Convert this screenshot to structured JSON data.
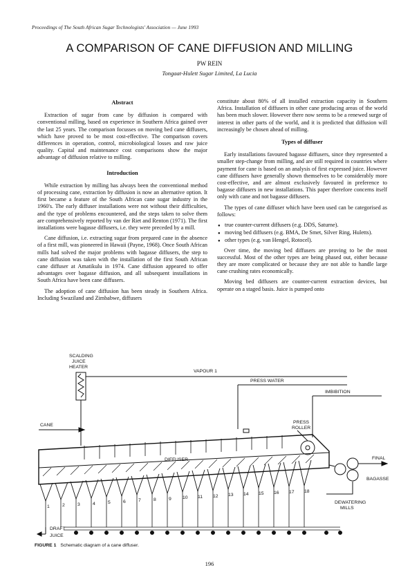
{
  "header": {
    "running_head": "Proceedings of The South African Sugar Technologists' Association — June 1993"
  },
  "title": "A COMPARISON OF CANE DIFFUSION AND MILLING",
  "author": "PW REIN",
  "affiliation": "Tongaat-Hulett Sugar Limited, La Lucia",
  "left_column": {
    "abstract_heading": "Abstract",
    "abstract": "Extraction of sugar from cane by diffusion is compared with conventional milling, based on experience in Southern Africa gained over the last 25 years. The comparison focusses on moving bed cane diffusers, which have proved to be most cost-effective. The comparison covers differences in operation, control, microbiological losses and raw juice quality. Capital and maintenance cost comparisons show the major advantage of diffusion relative to milling.",
    "intro_heading": "Introduction",
    "p1": "While extraction by milling has always been the conventional method of processing cane, extraction by diffusion is now an alternative option. It first became a feature of the South African cane sugar industry in the 1960's. The early diffuser installations were not without their difficulties, and the type of problems encountered, and the steps taken to solve them are comprehensively reported by van der Riet and Renton (1971). The first installations were bagasse diffusers, i.e. they were preceded by a mill.",
    "p2": "Cane diffusion, i.e. extracting sugar from prepared cane in the absence of a first mill, was pioneered in Hawaii (Payne, 1968). Once South African mills had solved the major problems with bagasse diffusers, the step to cane diffusion was taken with the installation of the first South African cane diffuser at Amatikulu in 1974. Cane diffusion appeared to offer advantages over bagasse diffusion, and all subsequent installations in South Africa have been cane diffusers.",
    "p3": "The adoption of cane diffusion has been steady in Southern Africa. Including Swaziland and Zimbabwe, diffusers"
  },
  "right_column": {
    "p1": "constitute about 80% of all installed extraction capacity in Southern Africa. Installation of diffusers in other cane producing areas of the world has been much slower. However there now seems to be a renewed surge of interest in other parts of the world, and it is predicted that diffusion will increasingly be chosen ahead of milling.",
    "types_heading": "Types of diffuser",
    "p2": "Early installations favoured bagasse diffusers, since they represented a smaller step-change from milling, and are still required in countries where payment for cane is based on an analysis of first expressed juice. However cane diffusers have generally shown themselves to be considerably more cost-effective, and are almost exclusively favoured in preference to bagasse diffusers in new installations. This paper therefore concerns itself only with cane and not bagasse diffusers.",
    "p3": "The types of cane diffuser which have been used can be categorised as follows:",
    "bullets": [
      "true counter-current diffusers (e.g. DDS, Saturne).",
      "moving bed diffusers (e.g. BMA, De Smet, Silver Ring, Huletts).",
      "other types (e.g. van Hengel, Rotocel)."
    ],
    "p4": "Over time, the moving bed diffusers are proving to be the most successful. Most of the other types are being phased out, either because they are more complicated or because they are not able to handle large cane crushing rates economically.",
    "p5": "Moving bed diffusers are counter-current extraction devices, but operate on a staged basis. Juice is pumped onto"
  },
  "figure": {
    "labels": {
      "heater_1": "SCALDING",
      "heater_2": "JUICE",
      "heater_3": "HEATER",
      "vapour": "VAPOUR 1",
      "press_water": "PRESS WATER",
      "imbibition": "IMBIBITION",
      "cane": "CANE",
      "press_roller_1": "PRESS",
      "press_roller_2": "ROLLER",
      "diffuser": "DIFFUSER",
      "final": "FINAL",
      "bagasse": "BAGASSE",
      "dewatering_1": "DEWATERING",
      "dewatering_2": "MILLS",
      "draft_1": "DRAFT",
      "draft_2": "JUICE"
    },
    "stage_numbers": [
      "1",
      "2",
      "3",
      "4",
      "5",
      "6",
      "7",
      "8",
      "9",
      "10",
      "11",
      "12",
      "13",
      "14",
      "15",
      "16",
      "17",
      "18"
    ]
  },
  "caption": {
    "label": "FIGURE 1",
    "text": "Schematic diagram of a cane diffuser."
  },
  "page_number": "196"
}
